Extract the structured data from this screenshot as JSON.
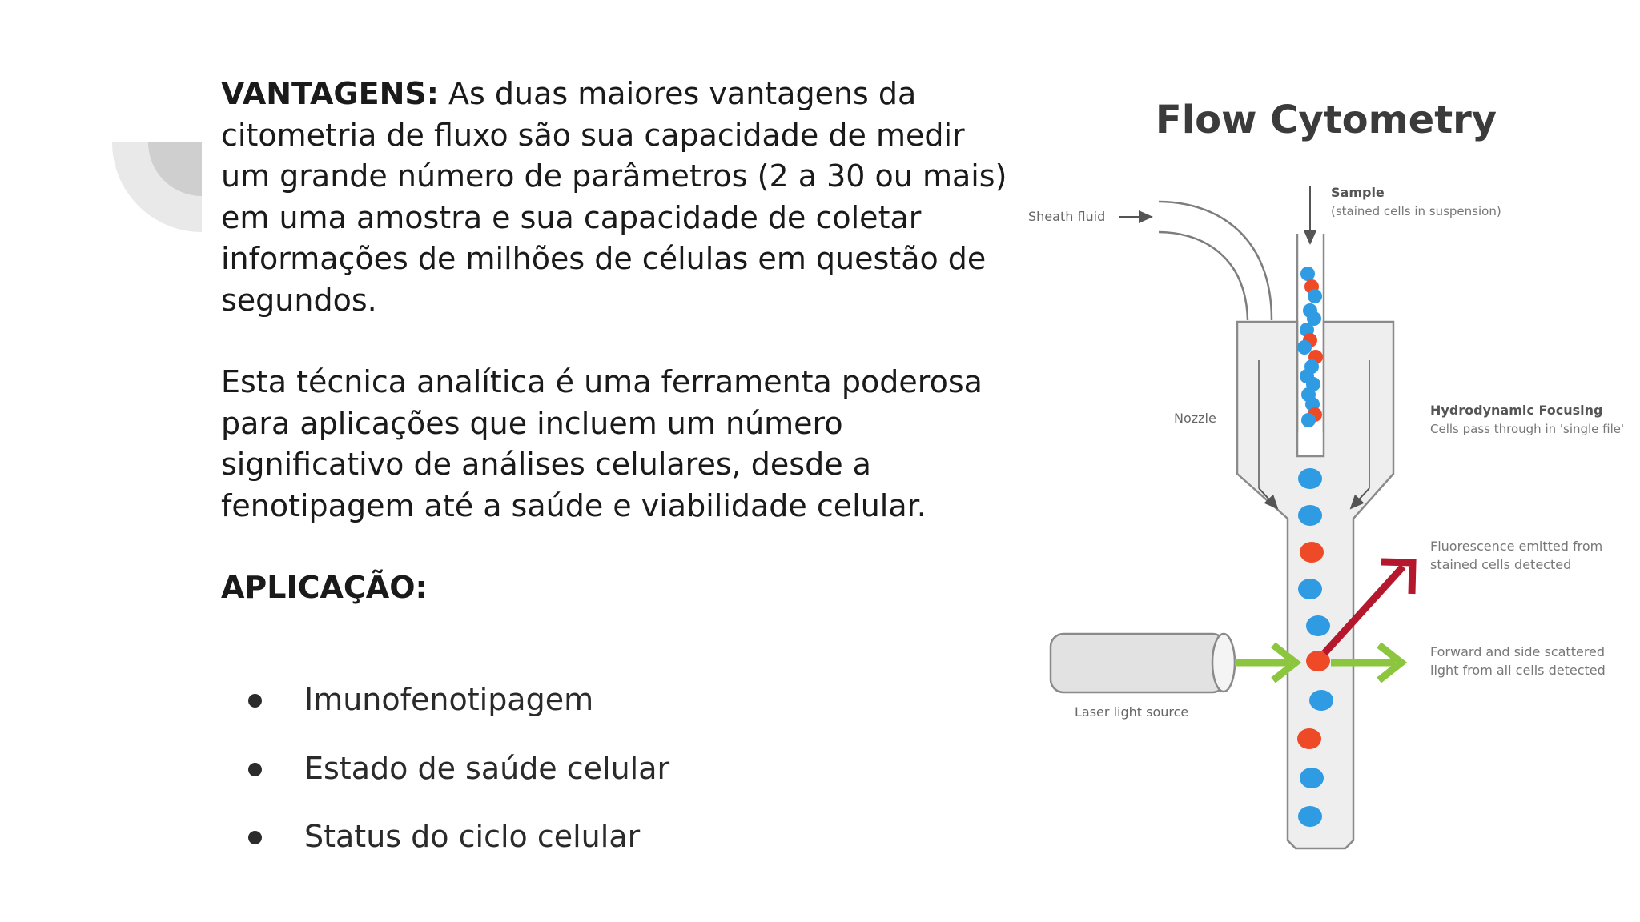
{
  "slide": {
    "para1_lead": "VANTAGENS:",
    "para1_body": "As duas maiores vantagens da citometria de fluxo são sua capacidade de medir um grande número de parâmetros (2 a 30 ou mais) em uma amostra e sua capacidade de coletar informações de milhões de células em questão de segundos.",
    "para2": "Esta técnica analítica é uma ferramenta poderosa para aplicações que incluem um número significativo de análises celulares, desde a fenotipagem até a saúde e viabilidade celular.",
    "application_heading": "APLICAÇÃO:",
    "applications": [
      "Imunofenotipagem",
      "Estado de saúde celular",
      "Status do ciclo celular"
    ]
  },
  "diagram": {
    "title": "Flow Cytometry",
    "labels": {
      "sheath_fluid": "Sheath fluid",
      "sample": "Sample",
      "sample_note": "(stained cells in suspension)",
      "nozzle": "Nozzle",
      "focusing": "Hydrodynamic Focusing",
      "focusing_note": "Cells pass through in 'single file'",
      "fluorescence_1": "Fluorescence emitted from",
      "fluorescence_2": "stained cells detected",
      "scatter_1": "Forward and side scattered",
      "scatter_2": "light from all cells detected",
      "laser": "Laser light source"
    },
    "colors": {
      "cell_blue": "#2f9be3",
      "cell_red": "#ee4a28",
      "laser_green": "#8cc63f",
      "fluorescence_red": "#b5182c",
      "outline": "#8a8a8a",
      "fill": "#eeeeee"
    }
  }
}
